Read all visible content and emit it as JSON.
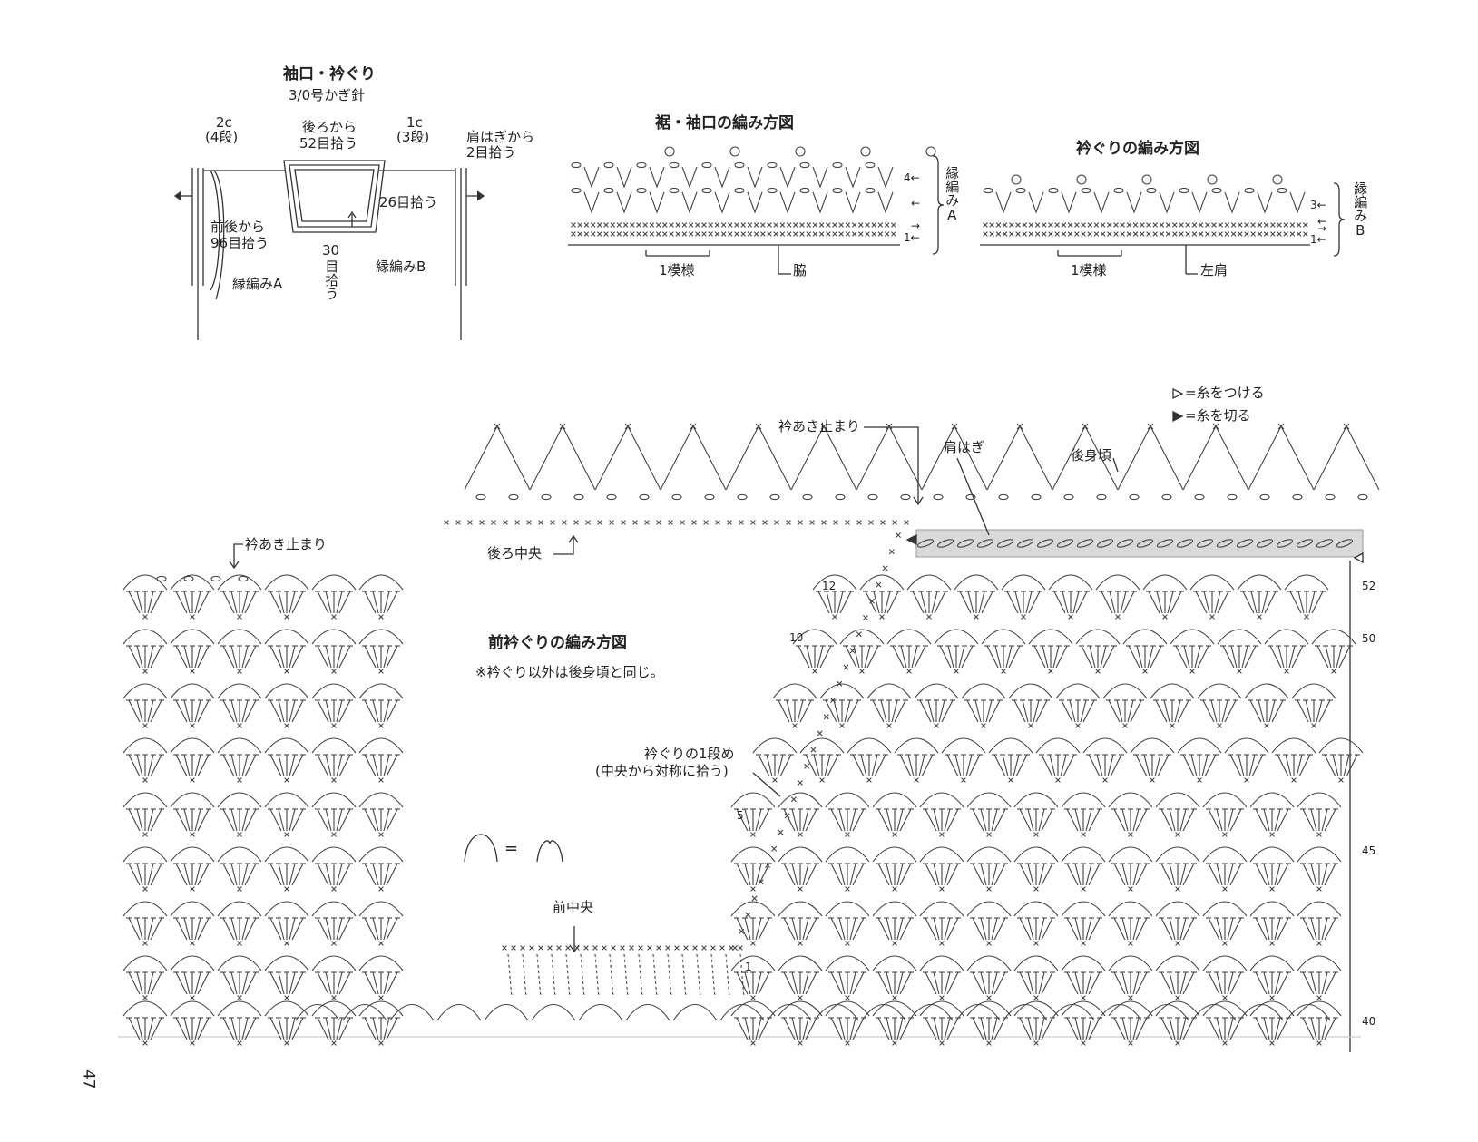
{
  "page_number": "47",
  "top_left": {
    "title": "袖口・衿ぐり",
    "hook": "3/0号かぎ針",
    "label_2c": "2c",
    "label_4dan": "(4段)",
    "label_back": "後ろから",
    "label_back_pick": "52目拾う",
    "label_1c": "1c",
    "label_3dan": "(3段)",
    "label_shoulder": "肩はぎから",
    "label_shoulder_pick": "2目拾う",
    "label_26": "26目拾う",
    "label_frontback": "前後から",
    "label_frontback_pick": "96目拾う",
    "label_30": "30",
    "label_30_pick": "目拾う",
    "label_edgeB": "縁編みB",
    "label_edgeA": "縁編みA"
  },
  "hem_chart": {
    "title": "裾・袖口の編み方図",
    "repeat": "1模様",
    "side": "脇",
    "edge": "縁編みA",
    "rows": [
      "4←",
      "←",
      "→",
      "1←"
    ]
  },
  "neck_chart": {
    "title": "衿ぐりの編み方図",
    "repeat": "1模様",
    "left_shoulder": "左肩",
    "edge": "縁編みB",
    "rows": [
      "3←",
      "←",
      "→",
      "1←"
    ]
  },
  "legend": {
    "attach": "=糸をつける",
    "cut": "=糸を切る"
  },
  "main_chart": {
    "neck_stop_top": "衿あき止まり",
    "shoulder_seam": "肩はぎ",
    "back_body": "後身頃",
    "back_center": "後ろ中央",
    "neck_stop_left": "衿あき止まり",
    "title": "前衿ぐりの編み方図",
    "note": "※衿ぐり以外は後身頃と同じ。",
    "neck_row1": "衿ぐりの1段め",
    "neck_row1_note": "(中央から対称に拾う)",
    "front_center": "前中央",
    "equals": "=",
    "neck_row_numbers": [
      "12",
      "10",
      "5",
      "1"
    ],
    "body_row_numbers": [
      "52",
      "50",
      "45",
      "40"
    ]
  }
}
